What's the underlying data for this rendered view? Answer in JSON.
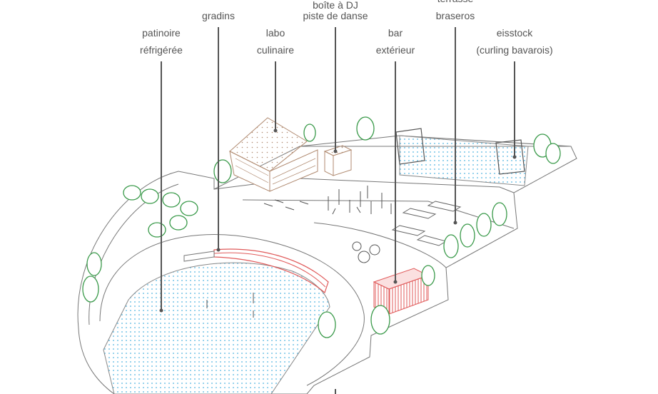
{
  "labels": {
    "patinoire": [
      "patinoire",
      "réfrigérée"
    ],
    "gradins": [
      "gradins"
    ],
    "labo": [
      "labo",
      "culinaire"
    ],
    "dj": [
      "boîte à DJ",
      "piste de danse"
    ],
    "bar": [
      "bar",
      "extérieur"
    ],
    "terrasse": [
      "terrasse",
      "braseros"
    ],
    "eisstock": [
      "eisstock",
      "(curling bavarois)"
    ]
  },
  "colors": {
    "ice": "#4fb3e0",
    "bleachers": "#e05a5a",
    "container": "#e05a5a",
    "tree": "#3a9a4a",
    "leader": "#555555",
    "cabin": "#b08a70"
  }
}
